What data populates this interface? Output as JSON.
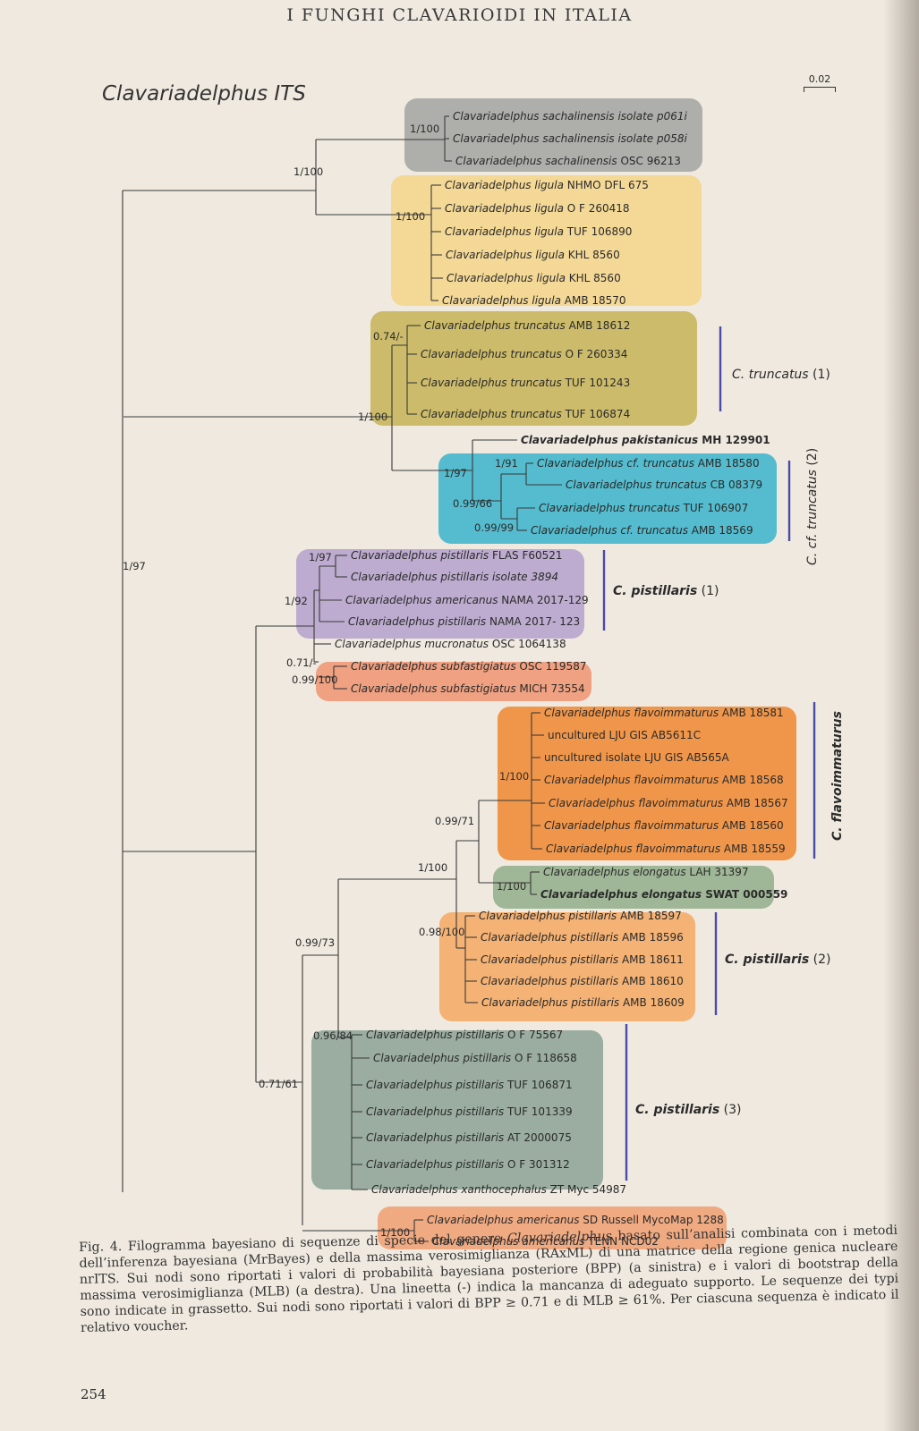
{
  "header": "I FUNGHI CLAVARIOIDI IN ITALIA",
  "figure_title": "Clavariadelphus ITS",
  "scale_bar": "0.02",
  "colors": {
    "grey": "#a8a8a6",
    "yellow": "#f4d68f",
    "olive": "#c9b660",
    "cyan": "#46b7cc",
    "purple": "#b9a6cd",
    "salmon": "#ef9a78",
    "orange": "#f08e3d",
    "green": "#98b28f",
    "lightorange": "#f4ad6a",
    "darkgrey": "#93a79a",
    "peach": "#f0a47a",
    "clade_bar": "#4a4aa8"
  },
  "taxa": [
    {
      "genus": "Clavariadelphus",
      "epithet": "sachalinensis isolate p061i",
      "voucher": "",
      "bold": false
    },
    {
      "genus": "Clavariadelphus",
      "epithet": "sachalinensis isolate p058i",
      "voucher": "",
      "bold": false
    },
    {
      "genus": "Clavariadelphus",
      "epithet": "sachalinensis",
      "voucher": "OSC 96213",
      "bold": false
    },
    {
      "genus": "Clavariadelphus",
      "epithet": "ligula",
      "voucher": "NHMO DFL 675",
      "bold": false
    },
    {
      "genus": "Clavariadelphus",
      "epithet": "ligula",
      "voucher": "O F 260418",
      "bold": false
    },
    {
      "genus": "Clavariadelphus",
      "epithet": "ligula",
      "voucher": "TUF 106890",
      "bold": false
    },
    {
      "genus": "Clavariadelphus",
      "epithet": "ligula",
      "voucher": "KHL 8560",
      "bold": false
    },
    {
      "genus": "Clavariadelphus",
      "epithet": "ligula",
      "voucher": "KHL 8560",
      "bold": false
    },
    {
      "genus": "Clavariadelphus",
      "epithet": "ligula",
      "voucher": "AMB 18570",
      "bold": false
    },
    {
      "genus": "Clavariadelphus",
      "epithet": "truncatus",
      "voucher": "AMB 18612",
      "bold": false
    },
    {
      "genus": "Clavariadelphus",
      "epithet": "truncatus",
      "voucher": "O F 260334",
      "bold": false
    },
    {
      "genus": "Clavariadelphus",
      "epithet": "truncatus",
      "voucher": "TUF 101243",
      "bold": false
    },
    {
      "genus": "Clavariadelphus",
      "epithet": "truncatus",
      "voucher": "TUF 106874",
      "bold": false
    },
    {
      "genus": "Clavariadelphus",
      "epithet": "pakistanicus",
      "voucher": "MH 129901",
      "bold": true
    },
    {
      "genus": "Clavariadelphus",
      "epithet": "cf. truncatus",
      "voucher": "AMB 18580",
      "bold": false
    },
    {
      "genus": "Clavariadelphus",
      "epithet": "truncatus",
      "voucher": "CB 08379",
      "bold": false
    },
    {
      "genus": "Clavariadelphus",
      "epithet": "truncatus",
      "voucher": "TUF 106907",
      "bold": false
    },
    {
      "genus": "Clavariadelphus",
      "epithet": "cf. truncatus",
      "voucher": "AMB 18569",
      "bold": false
    },
    {
      "genus": "Clavariadelphus",
      "epithet": "pistillaris",
      "voucher": "FLAS F60521",
      "bold": false
    },
    {
      "genus": "Clavariadelphus",
      "epithet": "pistillaris isolate 3894",
      "voucher": "",
      "bold": false
    },
    {
      "genus": "Clavariadelphus",
      "epithet": "americanus",
      "voucher": "NAMA 2017-129",
      "bold": false
    },
    {
      "genus": "Clavariadelphus",
      "epithet": "pistillaris",
      "voucher": "NAMA 2017- 123",
      "bold": false
    },
    {
      "genus": "Clavariadelphus",
      "epithet": "mucronatus",
      "voucher": "OSC 1064138",
      "bold": false
    },
    {
      "genus": "Clavariadelphus",
      "epithet": "subfastigiatus",
      "voucher": "OSC 119587",
      "bold": false
    },
    {
      "genus": "Clavariadelphus",
      "epithet": "subfastigiatus",
      "voucher": "MICH 73554",
      "bold": false
    },
    {
      "genus": "Clavariadelphus",
      "epithet": "flavoimmaturus",
      "voucher": "AMB 18581",
      "bold": false
    },
    {
      "genus": "",
      "epithet": "",
      "voucher": "uncultured LJU GIS AB5611C",
      "bold": false
    },
    {
      "genus": "",
      "epithet": "",
      "voucher": "uncultured isolate LJU GIS AB565A",
      "bold": false
    },
    {
      "genus": "Clavariadelphus",
      "epithet": "flavoimmaturus",
      "voucher": "AMB 18568",
      "bold": false
    },
    {
      "genus": "Clavariadelphus",
      "epithet": "flavoimmaturus",
      "voucher": "AMB 18567",
      "bold": false
    },
    {
      "genus": "Clavariadelphus",
      "epithet": "flavoimmaturus",
      "voucher": "AMB 18560",
      "bold": false
    },
    {
      "genus": "Clavariadelphus",
      "epithet": "flavoimmaturus",
      "voucher": "AMB 18559",
      "bold": false
    },
    {
      "genus": "Clavariadelphus",
      "epithet": "elongatus",
      "voucher": "LAH 31397",
      "bold": false
    },
    {
      "genus": "Clavariadelphus",
      "epithet": "elongatus",
      "voucher": "SWAT 000559",
      "bold": true
    },
    {
      "genus": "Clavariadelphus",
      "epithet": "pistillaris",
      "voucher": "AMB 18597",
      "bold": false
    },
    {
      "genus": "Clavariadelphus",
      "epithet": "pistillaris",
      "voucher": "AMB 18596",
      "bold": false
    },
    {
      "genus": "Clavariadelphus",
      "epithet": "pistillaris",
      "voucher": "AMB 18611",
      "bold": false
    },
    {
      "genus": "Clavariadelphus",
      "epithet": "pistillaris",
      "voucher": "AMB 18610",
      "bold": false
    },
    {
      "genus": "Clavariadelphus",
      "epithet": "pistillaris",
      "voucher": "AMB 18609",
      "bold": false
    },
    {
      "genus": "Clavariadelphus",
      "epithet": "pistillaris",
      "voucher": "O F 75567",
      "bold": false
    },
    {
      "genus": "Clavariadelphus",
      "epithet": "pistillaris",
      "voucher": "O F 118658",
      "bold": false
    },
    {
      "genus": "Clavariadelphus",
      "epithet": "pistillaris",
      "voucher": "TUF 106871",
      "bold": false
    },
    {
      "genus": "Clavariadelphus",
      "epithet": "pistillaris",
      "voucher": "TUF 101339",
      "bold": false
    },
    {
      "genus": "Clavariadelphus",
      "epithet": "pistillaris",
      "voucher": "AT 2000075",
      "bold": false
    },
    {
      "genus": "Clavariadelphus",
      "epithet": "pistillaris",
      "voucher": "O F 301312",
      "bold": false
    },
    {
      "genus": "Clavariadelphus",
      "epithet": "xanthocephalus",
      "voucher": "ZT Myc 54987",
      "bold": false
    },
    {
      "genus": "Clavariadelphus",
      "epithet": "americanus",
      "voucher": "SD Russell MycoMap 1288",
      "bold": false
    },
    {
      "genus": "Clavariadelphus",
      "epithet": "americanus",
      "voucher": "TENN NCD02",
      "bold": false
    }
  ],
  "node_support": [
    "1/100",
    "1/100",
    "1/100",
    "0.74/-",
    "1/100",
    "1/91",
    "1/97",
    "0.99/66",
    "0.99/99",
    "1/97",
    "1/97",
    "1/92",
    "0.71/-",
    "0.99/100",
    "1/100",
    "0.99/71",
    "1/100",
    "1/100",
    "0.98/100",
    "0.99/73",
    "0.96/84",
    "0.71/61",
    "1/100"
  ],
  "clades": [
    {
      "genus_abbr": "C.",
      "name": "truncatus",
      "number": "(1)",
      "bold": false
    },
    {
      "genus_abbr": "C. cf.",
      "name": "truncatus",
      "number": "(2)",
      "bold": false
    },
    {
      "genus_abbr": "C.",
      "name": "pistillaris",
      "number": "(1)",
      "bold": true
    },
    {
      "genus_abbr": "C.",
      "name": "flavoimmaturus",
      "number": "",
      "bold": true
    },
    {
      "genus_abbr": "C.",
      "name": "pistillaris",
      "number": "(2)",
      "bold": true
    },
    {
      "genus_abbr": "C.",
      "name": "pistillaris",
      "number": "(3)",
      "bold": true
    }
  ],
  "caption": {
    "p1": "Fig. 4. Filogramma bayesiano di sequenze di specie del genere ",
    "genus": "Clavariadelphus",
    "p2": " basato sull’analisi combinata con i metodi dell’inferenza bayesiana (MrBayes) e della massima verosimiglianza (RAxML) di una matrice della regione genica nucleare nrITS. Sui nodi sono riportati i valori di probabilità bayesiana posteriore (BPP) (a sinistra) e i valori di bootstrap della massima verosimiglianza (MLB) (a destra). Una lineetta (-) indica la mancanza di adeguato supporto. Le sequenze dei typi sono indicate in grassetto. Sui nodi sono riportati i valori di BPP ≥ 0.71 e di MLB ≥ 61%. Per ciascuna sequenza è indicato il relativo voucher."
  },
  "page_number": "254"
}
